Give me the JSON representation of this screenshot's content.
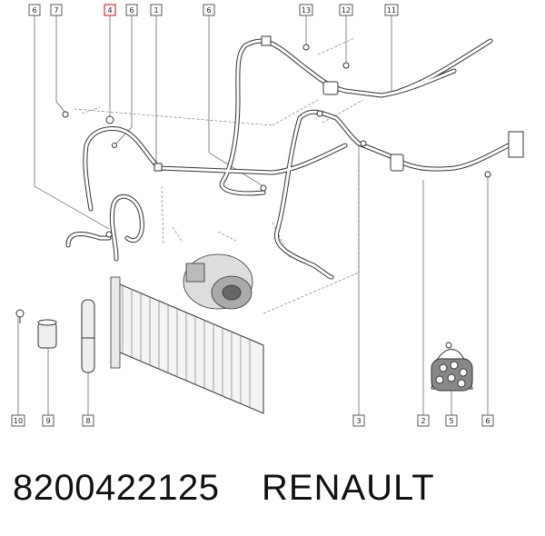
{
  "callouts": {
    "top_row": [
      "6",
      "7",
      "4",
      "6",
      "1",
      "6",
      "13",
      "12",
      "11"
    ],
    "bottom_row": [
      "10",
      "9",
      "8",
      "3",
      "2",
      "5",
      "6"
    ],
    "highlighted": "4"
  },
  "part": {
    "number": "8200422125",
    "brand": "RENAULT"
  },
  "colors": {
    "line": "#333333",
    "highlight": "#e03030"
  }
}
